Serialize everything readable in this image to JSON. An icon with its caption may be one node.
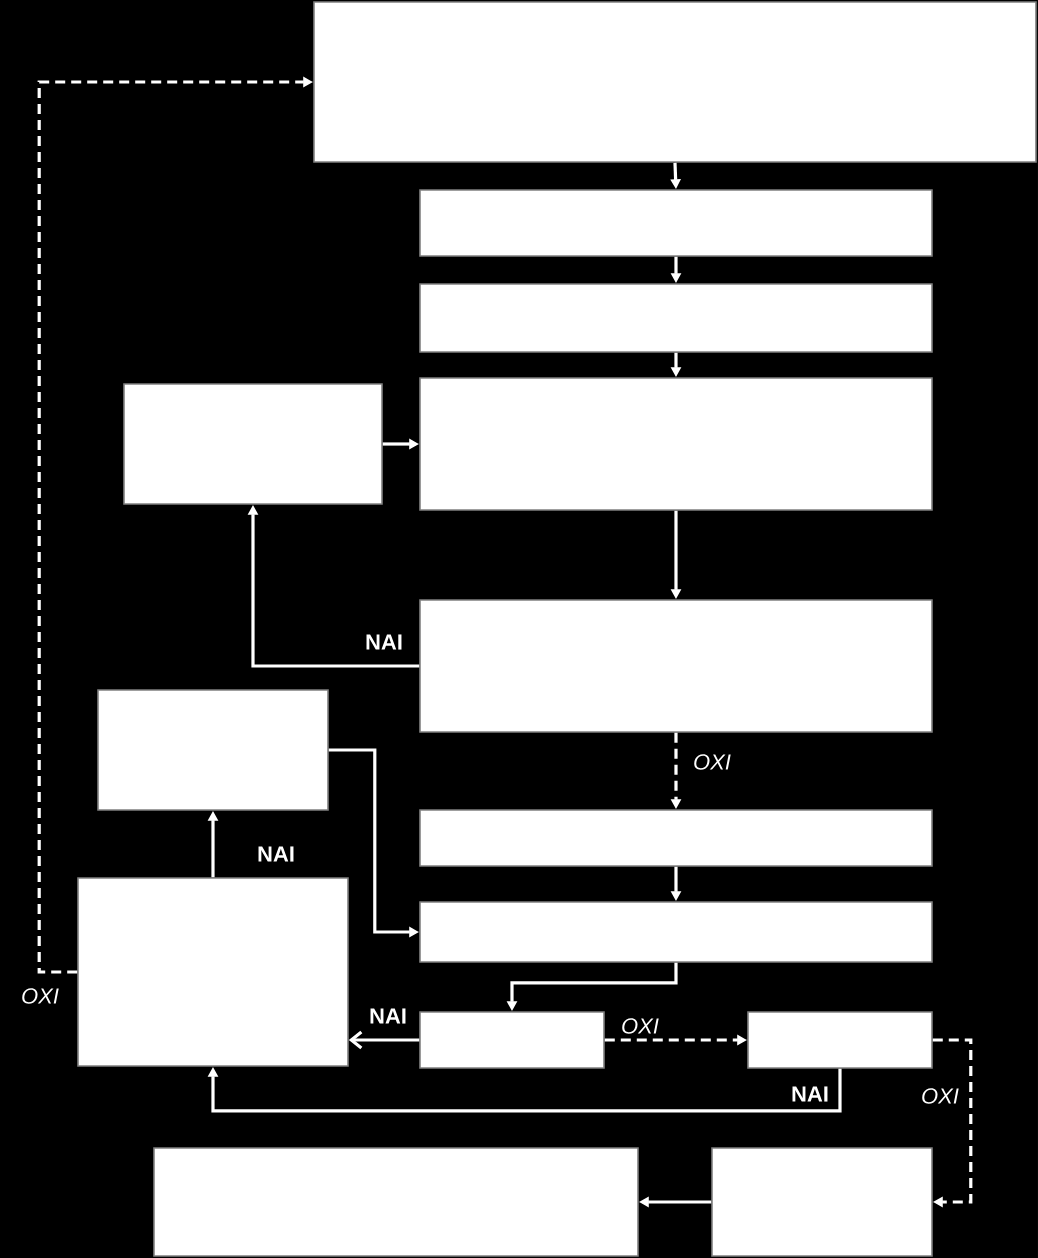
{
  "diagram": {
    "nodes": [
      {
        "text": [],
        "shape": "box"
      },
      {
        "text": [],
        "shape": "box"
      },
      {
        "text": [],
        "shape": "box"
      },
      {
        "text": [],
        "shape": "box"
      },
      {
        "text": [],
        "shape": "box"
      },
      {
        "text": [],
        "shape": "box"
      },
      {
        "text": [],
        "shape": "box"
      },
      {
        "text": [],
        "shape": "box"
      },
      {
        "text": [],
        "shape": "box"
      },
      {
        "text": [],
        "shape": "box"
      },
      {
        "text": [],
        "shape": "box"
      },
      {
        "text": [],
        "shape": "box"
      },
      {
        "text": [],
        "shape": "box"
      },
      {
        "text": [],
        "shape": "box"
      }
    ],
    "edges": [
      {
        "from": 0,
        "to": 1,
        "arrow": "to"
      },
      {
        "from": 1,
        "to": 2,
        "arrow": "to"
      },
      {
        "from": 2,
        "to": 4,
        "arrow": "to"
      },
      {
        "from": 3,
        "to": 4,
        "arrow": "to"
      },
      {
        "from": 4,
        "to": 5,
        "arrow": "to"
      },
      {
        "from": 5,
        "to": 3,
        "arrow": "to",
        "label": "NAI"
      },
      {
        "from": 5,
        "to": 7,
        "arrow": "to",
        "label": "OXI",
        "style": "dashed"
      },
      {
        "from": 6,
        "to": 9,
        "arrow": "to"
      },
      {
        "from": 7,
        "to": 9,
        "arrow": "to"
      },
      {
        "from": 8,
        "to": 6,
        "arrow": "to",
        "label": "NAI"
      },
      {
        "from": 8,
        "to": 0,
        "arrow": "to",
        "label": "OXI",
        "style": "dashed"
      },
      {
        "from": 9,
        "to": 10,
        "arrow": "to"
      },
      {
        "from": 10,
        "to": 8,
        "arrow": "to",
        "label": "NAI"
      },
      {
        "from": 10,
        "to": 11,
        "arrow": "to",
        "label": "OXI",
        "style": "dashed"
      },
      {
        "from": 11,
        "to": 8,
        "arrow": "to",
        "label": "NAI"
      },
      {
        "from": 11,
        "to": 13,
        "arrow": "to",
        "label": "OXI",
        "style": "dashed"
      },
      {
        "from": 13,
        "to": 12,
        "arrow": "to"
      }
    ]
  }
}
